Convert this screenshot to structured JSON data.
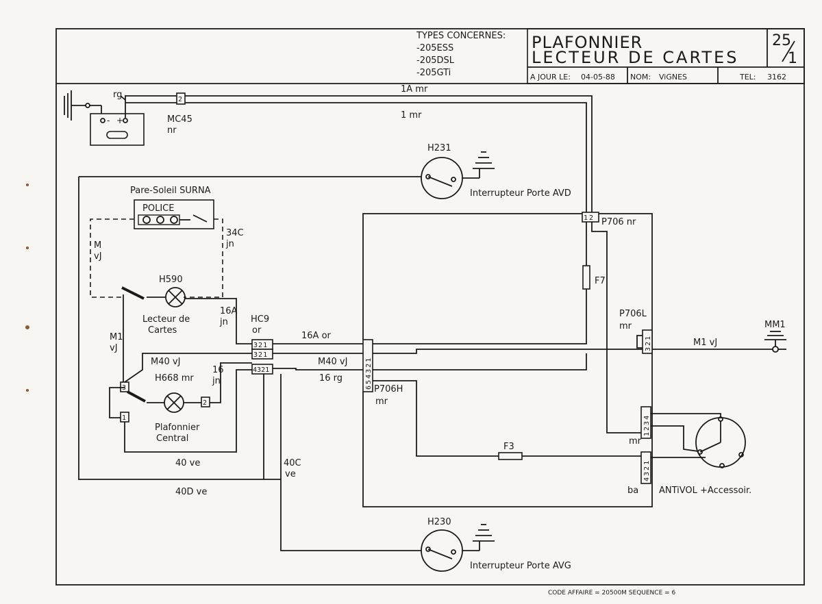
{
  "header": {
    "types_label": "TYPES CONCERNES:",
    "types": [
      "-205ESS",
      "-205DSL",
      "-205GTi"
    ],
    "title_line1": "PLAFONNIER",
    "title_line2": "LECTEUR DE CARTES",
    "sheet_number": "25",
    "sheet_sub": "1",
    "updated_label": "A JOUR LE:",
    "updated_date": "04-05-88",
    "name_label": "NOM:",
    "name_value": "ViGNES",
    "tel_label": "TEL:",
    "tel_value": "3162"
  },
  "footer": {
    "code": "CODE AFFAIRE = 20500M SEQUENCE = 6"
  },
  "wires": {
    "w_1a": "1A mr",
    "w_1": "1 mr",
    "w_rg": "rg",
    "w_16a_jn": [
      "16A",
      "jn"
    ],
    "w_16a_or": "16A or",
    "w_m40": "M40 vJ",
    "w_m40_right": "M40 vJ",
    "w_16rg": "16 rg",
    "w_m1_right": "M1 vJ",
    "w_m1_left": [
      "M1",
      "vJ"
    ],
    "w_m_vj": [
      "M",
      "vJ"
    ],
    "w_34c": [
      "34C",
      "jn"
    ],
    "w_16jn": [
      "16",
      "jn"
    ],
    "w_40ve": "40 ve",
    "w_40d": "40D ve",
    "w_40c": [
      "40C",
      "ve"
    ]
  },
  "components": {
    "mc45": [
      "MC45",
      "nr"
    ],
    "h231": "H231",
    "h231_label": "Interrupteur Porte AVD",
    "h230": "H230",
    "h230_label": "Interrupteur Porte AVG",
    "pare_soleil": "Pare-Soleil SURNA",
    "police": "POLICE",
    "h590": "H590",
    "h590_label": [
      "Lecteur de",
      "Cartes"
    ],
    "hc9": [
      "HC9",
      "or"
    ],
    "h668": "H668 mr",
    "plafonnier_label": [
      "Plafonnier",
      "Central"
    ],
    "p706_nr": "P706 nr",
    "f7": "F7",
    "p706l": [
      "P706L",
      "mr"
    ],
    "p706h": [
      "P706H",
      "mr"
    ],
    "f3": "F3",
    "mm1": "MM1",
    "antivol_mr": "mr",
    "antivol_ba": "ba",
    "antivol_label": "ANTiVOL +Accessoir."
  },
  "pins": {
    "mc45": "2",
    "p706": [
      "1",
      "2"
    ],
    "hc9": [
      "3",
      "2",
      "1"
    ],
    "hc9_row2": [
      "3",
      "2",
      "1"
    ],
    "hc9_row3": [
      "4",
      "3",
      "2",
      "1"
    ],
    "p706h_col": [
      "1",
      "2",
      "3",
      "4",
      "5",
      "6"
    ],
    "p706l": [
      "1",
      "2",
      "3"
    ],
    "antivol_top": [
      "1",
      "2",
      "3",
      "4"
    ],
    "antivol_bottom": [
      "1",
      "2",
      "3",
      "4"
    ],
    "h668_left_top": "3",
    "h668_left_bottom": "1",
    "h668_right": "2"
  }
}
